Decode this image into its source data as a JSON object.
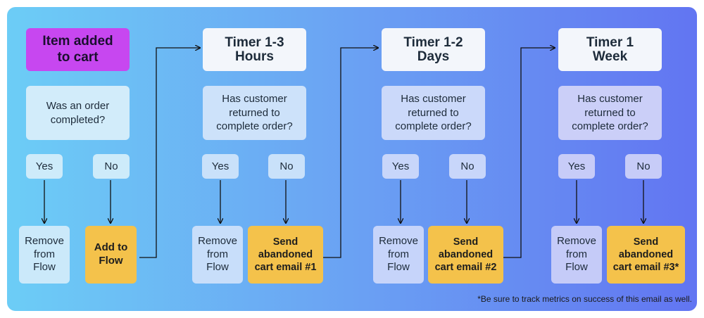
{
  "start": {
    "label": "Item added to cart"
  },
  "first_question": "Was an order completed?",
  "yes_label": "Yes",
  "no_label": "No",
  "remove_label": "Remove from Flow",
  "add_label": "Add to Flow",
  "return_question": "Has customer returned to complete order?",
  "stages": [
    {
      "timer": "Timer 1-3 Hours",
      "send": "Send abandoned cart email #1"
    },
    {
      "timer": "Timer 1-2 Days",
      "send": "Send abandoned cart email #2"
    },
    {
      "timer": "Timer 1 Week",
      "send": "Send abandoned cart email #3*"
    }
  ],
  "footnote": "*Be sure to track metrics on success of this email as well.",
  "colors": {
    "start": "#c747f0",
    "send": "#f4c24b",
    "timer": "#f3f6fb"
  }
}
